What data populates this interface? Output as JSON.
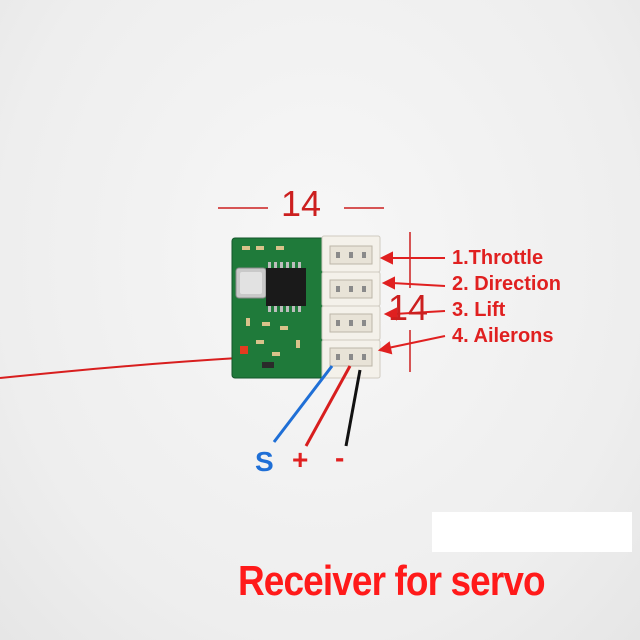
{
  "dimensions": {
    "width_label": "14",
    "height_label": "14"
  },
  "channels": [
    {
      "label": "1.Throttle"
    },
    {
      "label": "2. Direction"
    },
    {
      "label": "3. Lift"
    },
    {
      "label": "4. Ailerons"
    }
  ],
  "pins": {
    "signal": "S",
    "plus": "+",
    "minus": "-"
  },
  "caption": "Receiver for servo",
  "colors": {
    "annotation_red": "#e02020",
    "pcb_green": "#1f7a3a",
    "connector_white": "#f4f1ea",
    "signal_blue": "#1f6fd6",
    "wire_red": "#d81e1e",
    "wire_black": "#111111"
  }
}
